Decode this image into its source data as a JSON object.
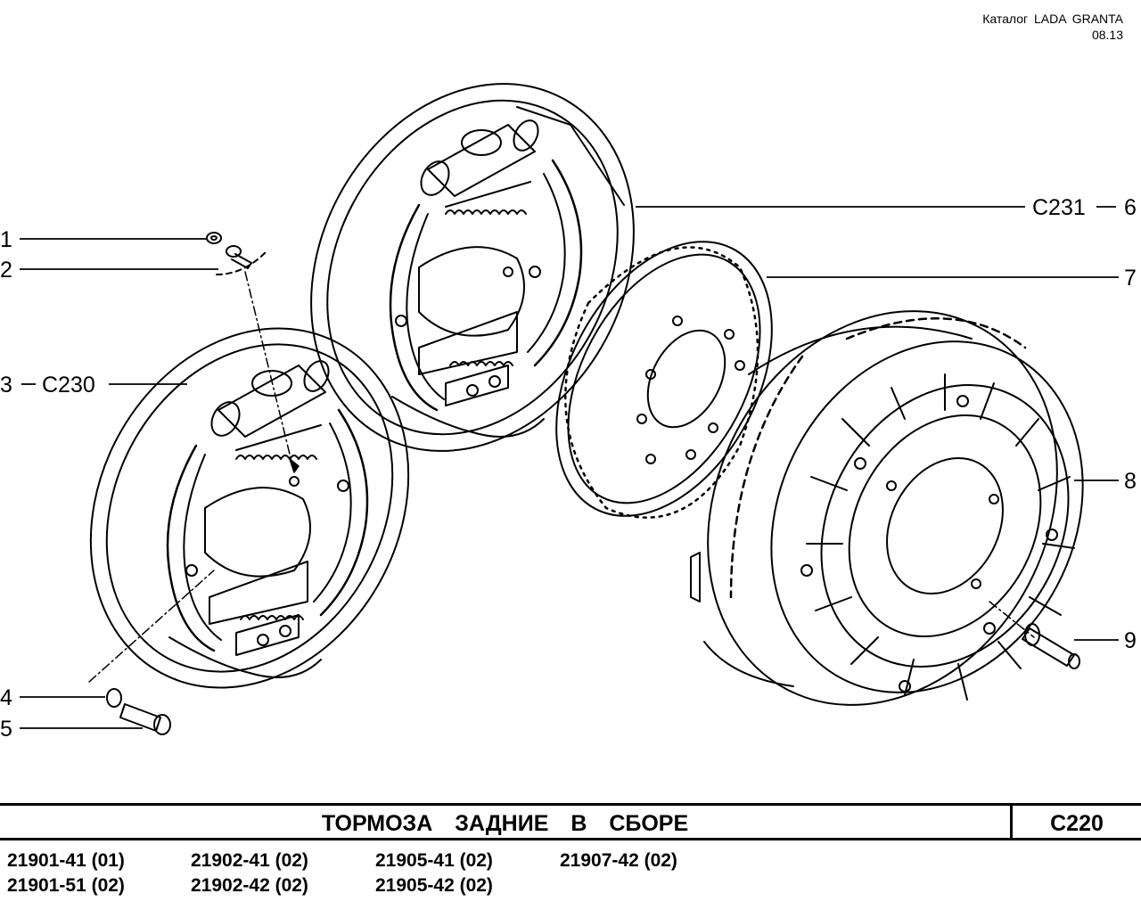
{
  "header": {
    "catalog": "Каталог  LADA  GRANTA",
    "date": "08.13"
  },
  "callouts": [
    {
      "id": "1",
      "label": "1",
      "ref": ""
    },
    {
      "id": "2",
      "label": "2",
      "ref": ""
    },
    {
      "id": "3",
      "label": "3",
      "ref": "C230"
    },
    {
      "id": "4",
      "label": "4",
      "ref": ""
    },
    {
      "id": "5",
      "label": "5",
      "ref": ""
    },
    {
      "id": "6",
      "label": "6",
      "ref": "C231"
    },
    {
      "id": "7",
      "label": "7",
      "ref": ""
    },
    {
      "id": "8",
      "label": "8",
      "ref": ""
    },
    {
      "id": "9",
      "label": "9",
      "ref": ""
    }
  ],
  "title": "ТОРМОЗА  ЗАДНИЕ  В  СБОРЕ",
  "code": "C220",
  "models": [
    [
      "21901-41 (01)",
      "21902-41 (02)",
      "21905-41 (02)",
      "21907-42 (02)"
    ],
    [
      "21901-51 (02)",
      "21902-42 (02)",
      "21905-42 (02)"
    ]
  ]
}
